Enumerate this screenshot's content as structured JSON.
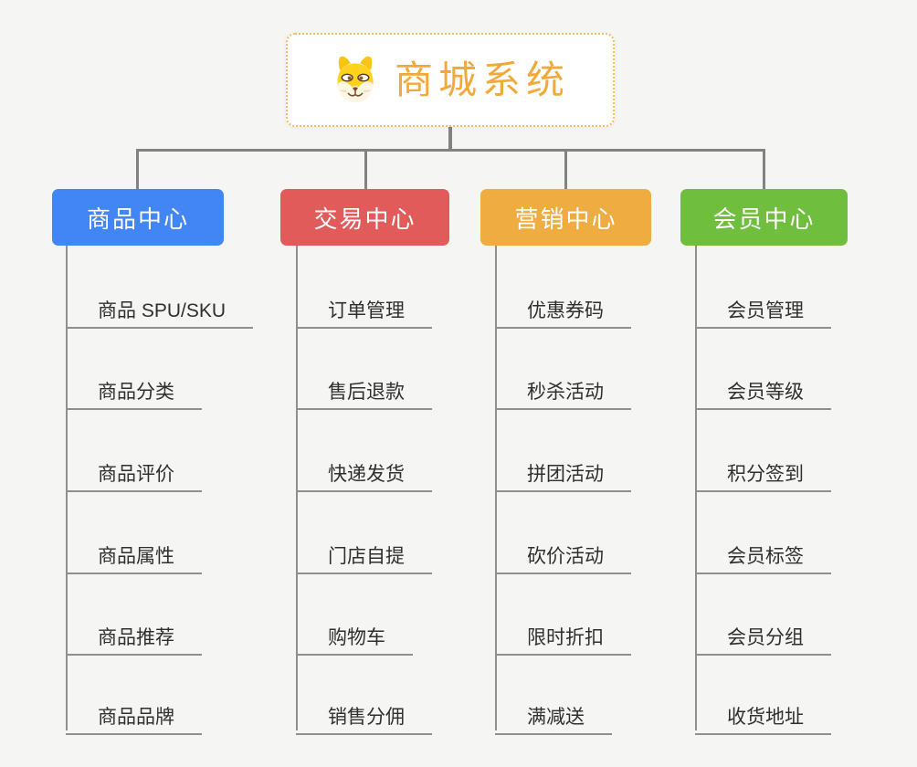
{
  "canvas": {
    "background_color": "#F5F5F4",
    "connector_color": "#828282",
    "underline_color": "#8F8F8F"
  },
  "root": {
    "title": "商城系统",
    "title_color": "#F2A93C",
    "border_color": "#F7BE5E",
    "icon": "shiba-dog-icon"
  },
  "branches": [
    {
      "label": "商品中心",
      "color": "#4285F4",
      "items": [
        "商品 SPU/SKU",
        "商品分类",
        "商品评价",
        "商品属性",
        "商品推荐",
        "商品品牌"
      ]
    },
    {
      "label": "交易中心",
      "color": "#E25B5B",
      "items": [
        "订单管理",
        "售后退款",
        "快递发货",
        "门店自提",
        "购物车",
        "销售分佣"
      ]
    },
    {
      "label": "营销中心",
      "color": "#EFAC41",
      "items": [
        "优惠券码",
        "秒杀活动",
        "拼团活动",
        "砍价活动",
        "限时折扣",
        "满减送"
      ]
    },
    {
      "label": "会员中心",
      "color": "#6FBE3E",
      "items": [
        "会员管理",
        "会员等级",
        "积分签到",
        "会员标签",
        "会员分组",
        "收货地址"
      ]
    }
  ]
}
